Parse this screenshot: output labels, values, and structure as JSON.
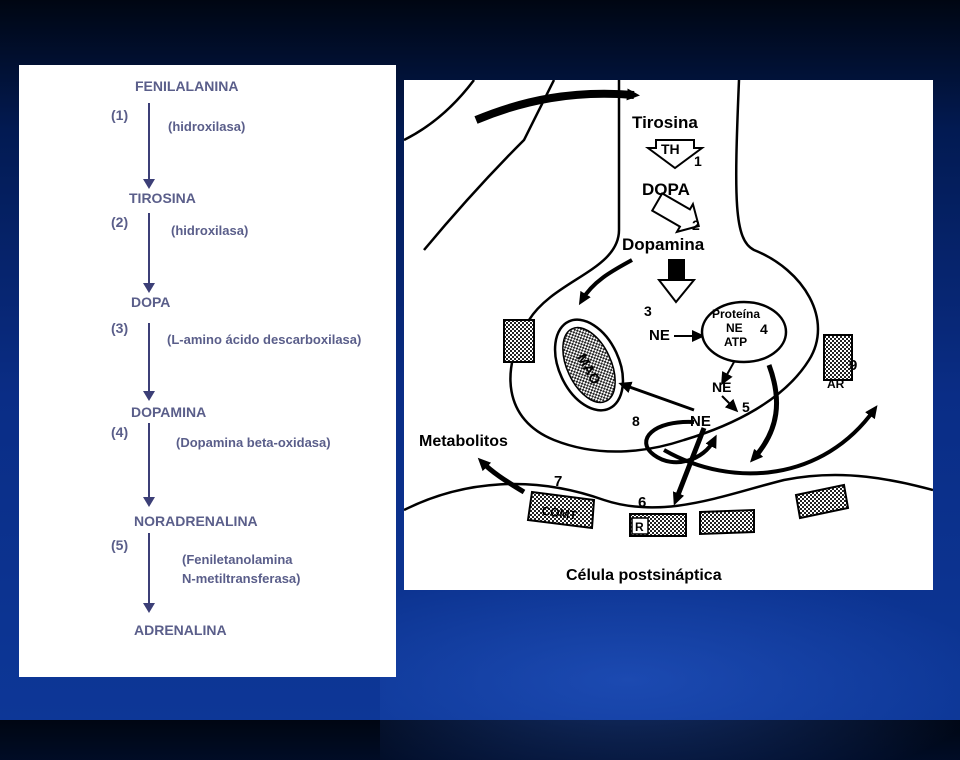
{
  "pathway": {
    "compounds": [
      "FENILALANINA",
      "TIROSINA",
      "DOPA",
      "DOPAMINA",
      "NORADRENALINA",
      "ADRENALINA"
    ],
    "steps": [
      {
        "number": "(1)",
        "enzyme": [
          "(hidroxilasa)"
        ]
      },
      {
        "number": "(2)",
        "enzyme": [
          "(hidroxilasa)"
        ]
      },
      {
        "number": "(3)",
        "enzyme": [
          "(L-amino ácido descarboxilasa)"
        ]
      },
      {
        "number": "(4)",
        "enzyme": [
          "(Dopamina beta-oxidasa)"
        ]
      },
      {
        "number": "(5)",
        "enzyme": [
          "(Feniletanolamina",
          "N-metiltransferasa)"
        ]
      }
    ]
  },
  "synapse": {
    "tirosina": "Tirosina",
    "th": "TH",
    "step1": "1",
    "dopa": "DOPA",
    "step2": "2",
    "dopamina": "Dopamina",
    "step3": "3",
    "ne_left": "NE",
    "proteina": "Proteína",
    "vesicle_ne": "NE",
    "step4": "4",
    "atp": "ATP",
    "ne_mid": "NE",
    "step5": "5",
    "ne_low": "NE",
    "step8": "8",
    "mao": "MAO",
    "step9": "9",
    "ar": "AR",
    "metabolitos": "Metabolitos",
    "step7": "7",
    "comt": "COMT",
    "step6": "6",
    "r": "R",
    "postsynaptic": "Célula postsináptica"
  }
}
